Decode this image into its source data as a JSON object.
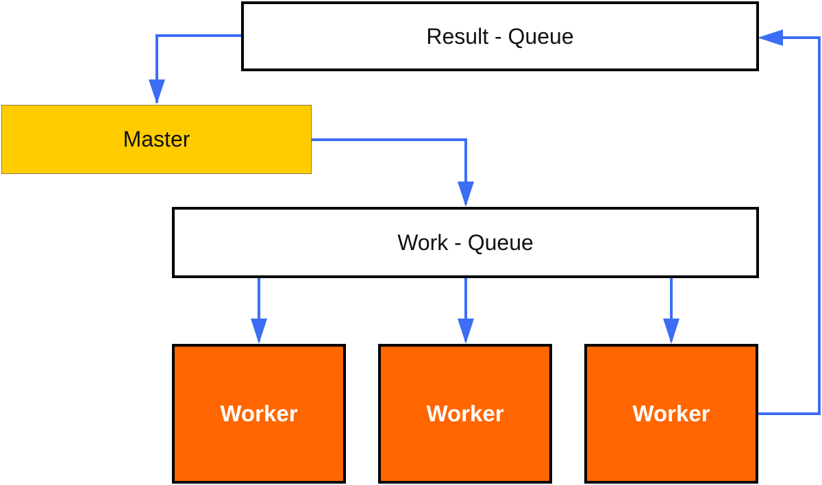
{
  "result_queue": {
    "label": "Result - Queue"
  },
  "master": {
    "label": "Master"
  },
  "work_queue": {
    "label": "Work - Queue"
  },
  "workers": [
    {
      "label": "Worker"
    },
    {
      "label": "Worker"
    },
    {
      "label": "Worker"
    }
  ],
  "colors": {
    "arrow": "#3b6ef5",
    "master_fill": "#ffcc00",
    "worker_fill": "#ff6600",
    "border": "#000000"
  }
}
